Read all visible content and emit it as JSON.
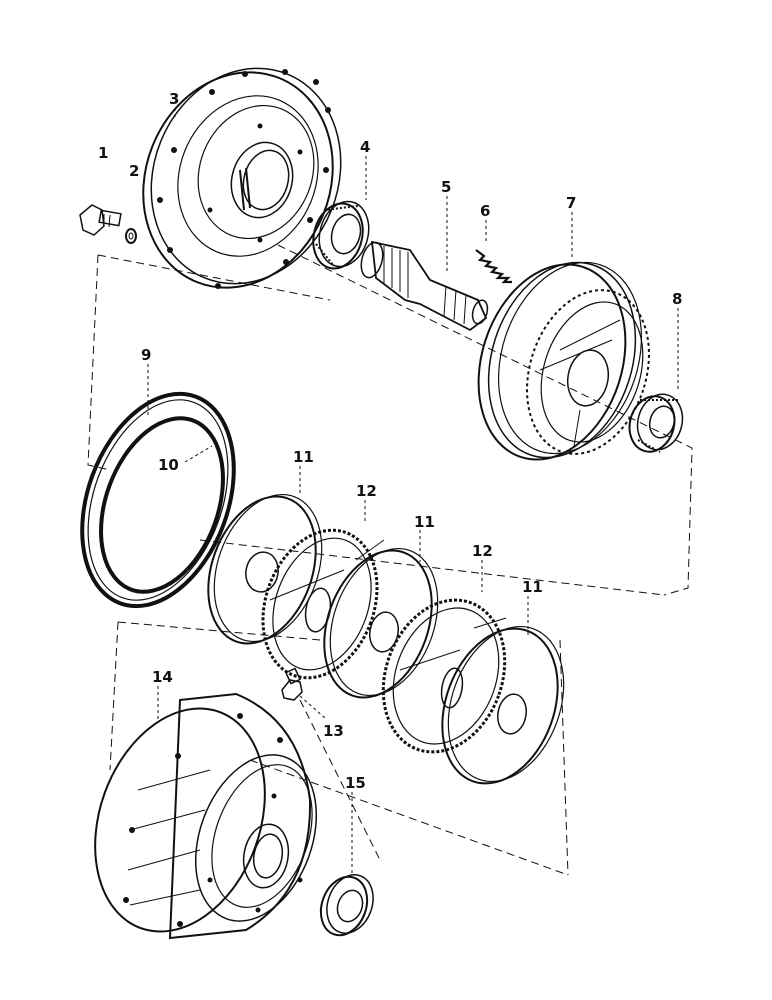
{
  "diagram": {
    "callouts": [
      "1",
      "2",
      "3",
      "4",
      "5",
      "6",
      "7",
      "8",
      "9",
      "10",
      "11",
      "12",
      "11",
      "12",
      "11",
      "13",
      "14",
      "15"
    ]
  }
}
